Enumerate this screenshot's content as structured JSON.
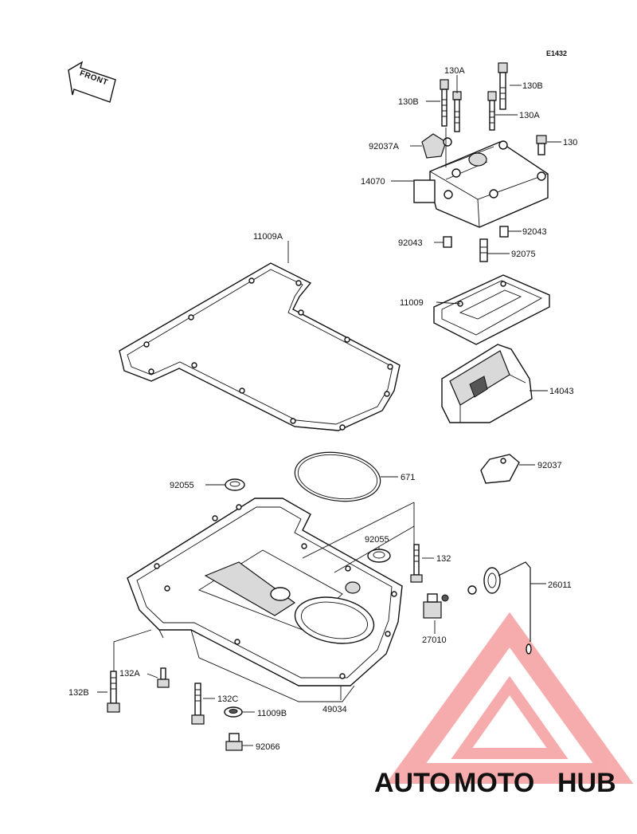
{
  "diagram": {
    "code": "E1432",
    "front_label": "FRONT"
  },
  "parts": [
    {
      "id": "130A_top",
      "number": "130A"
    },
    {
      "id": "130B_right",
      "number": "130B"
    },
    {
      "id": "130B_left",
      "number": "130B"
    },
    {
      "id": "130A_right",
      "number": "130A"
    },
    {
      "id": "92037A",
      "number": "92037A"
    },
    {
      "id": "130",
      "number": "130"
    },
    {
      "id": "14070",
      "number": "14070"
    },
    {
      "id": "92043_left",
      "number": "92043"
    },
    {
      "id": "92043_right",
      "number": "92043"
    },
    {
      "id": "92075",
      "number": "92075"
    },
    {
      "id": "11009A",
      "number": "11009A"
    },
    {
      "id": "11009",
      "number": "11009"
    },
    {
      "id": "14043",
      "number": "14043"
    },
    {
      "id": "671",
      "number": "671"
    },
    {
      "id": "92037",
      "number": "92037"
    },
    {
      "id": "92055_top",
      "number": "92055"
    },
    {
      "id": "92055_mid",
      "number": "92055"
    },
    {
      "id": "132",
      "number": "132"
    },
    {
      "id": "26011",
      "number": "26011"
    },
    {
      "id": "27010",
      "number": "27010"
    },
    {
      "id": "132A",
      "number": "132A"
    },
    {
      "id": "132B",
      "number": "132B"
    },
    {
      "id": "132C",
      "number": "132C"
    },
    {
      "id": "49034",
      "number": "49034"
    },
    {
      "id": "11009B",
      "number": "11009B"
    },
    {
      "id": "92066",
      "number": "92066"
    }
  ],
  "watermark": {
    "part1": "AUTO",
    "part2": "MOTO",
    "part3": "HUB",
    "color_orange": "#f4a340",
    "color_red": "#f06a6a",
    "color_gray": "#6b6b6b"
  }
}
